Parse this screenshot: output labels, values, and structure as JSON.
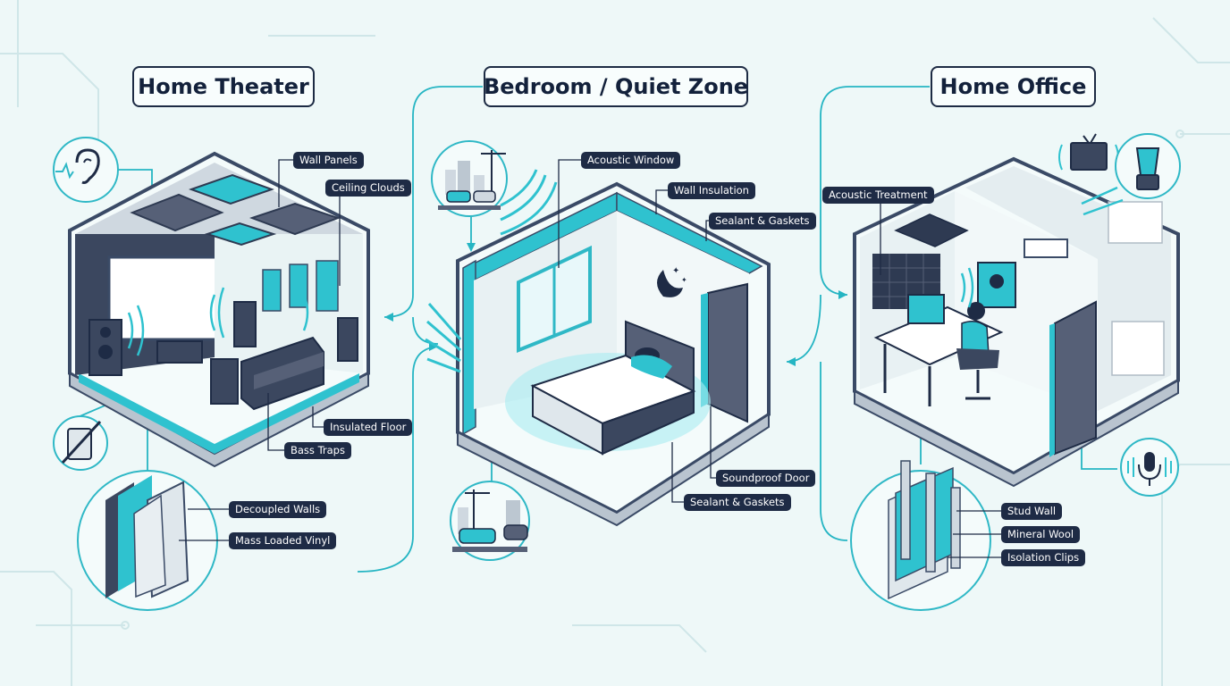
{
  "sections": [
    {
      "title": "Home Theater",
      "labels": [
        "Wall Panels",
        "Ceiling Clouds",
        "Insulated Floor",
        "Bass Traps",
        "Decoupled Walls",
        "Mass Loaded Vinyl"
      ]
    },
    {
      "title": "Bedroom / Quiet Zone",
      "labels": [
        "Acoustic Window",
        "Wall Insulation",
        "Sealant & Gaskets",
        "Soundproof Door",
        "Sealant & Gaskets"
      ]
    },
    {
      "title": "Home Office",
      "labels": [
        "Acoustic Treatment",
        "Stud Wall",
        "Mineral Wool",
        "Isolation Clips"
      ]
    }
  ],
  "icons": [
    "ear-icon",
    "no-outlet-icon",
    "city-noise-icon",
    "tv-icon",
    "blender-icon",
    "microphone-icon",
    "moon-stars-icon"
  ],
  "colors": {
    "accent": "#1fb8c6",
    "navy": "#1e2b45",
    "background": "#eef8f8",
    "outline": "#3a4a66"
  }
}
